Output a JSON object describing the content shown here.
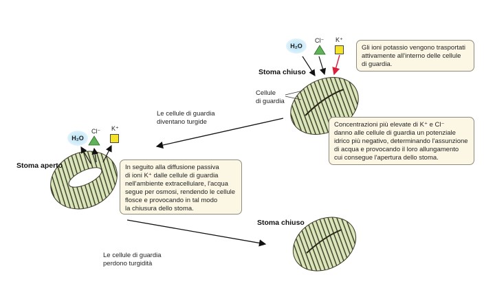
{
  "stomata": {
    "top_closed_title": "Stoma chiuso",
    "open_title": "Stoma aperto",
    "bottom_closed_title": "Stoma chiuso"
  },
  "labels": {
    "guard_cells": "Cellule\ndi guardia",
    "turgid": "Le cellule di guardia\ndiventano turgide",
    "lose_turgor": "Le cellule di guardia\nperdono turgidità"
  },
  "ions": {
    "water": "H₂O",
    "chloride": "Cl⁻",
    "potassium": "K⁺"
  },
  "callouts": {
    "potassium_transport": "Gli ioni potassio vengono trasportati\nattivamente all'interno delle cellule\ndi guardia.",
    "concentration": "Concentrazioni più elevate di K⁺ e Cl⁻\ndanno alle cellule di guardia un potenziale\nidrico più negativo, determinando l'assunzione\ndi acqua e provocando il loro allungamento\ncui consegue l'apertura dello stoma.",
    "diffusion": "In seguito alla diffusione passiva\ndi ioni K⁺ dalle cellule di guardia\nnell'ambiente extracellulare, l'acqua\nsegue per osmosi, rendendo le cellule\nflosce e provocando in tal modo\nla chiusura dello stoma."
  },
  "colors": {
    "cell_fill": "#cfe3b5",
    "stripe_dark": "#3c3a28",
    "stripe_light": "#ece5c0",
    "callout_bg": "#fbf7e4",
    "triangle": "#5fb257",
    "square": "#f5e32a",
    "arrow_red": "#d8203a"
  }
}
